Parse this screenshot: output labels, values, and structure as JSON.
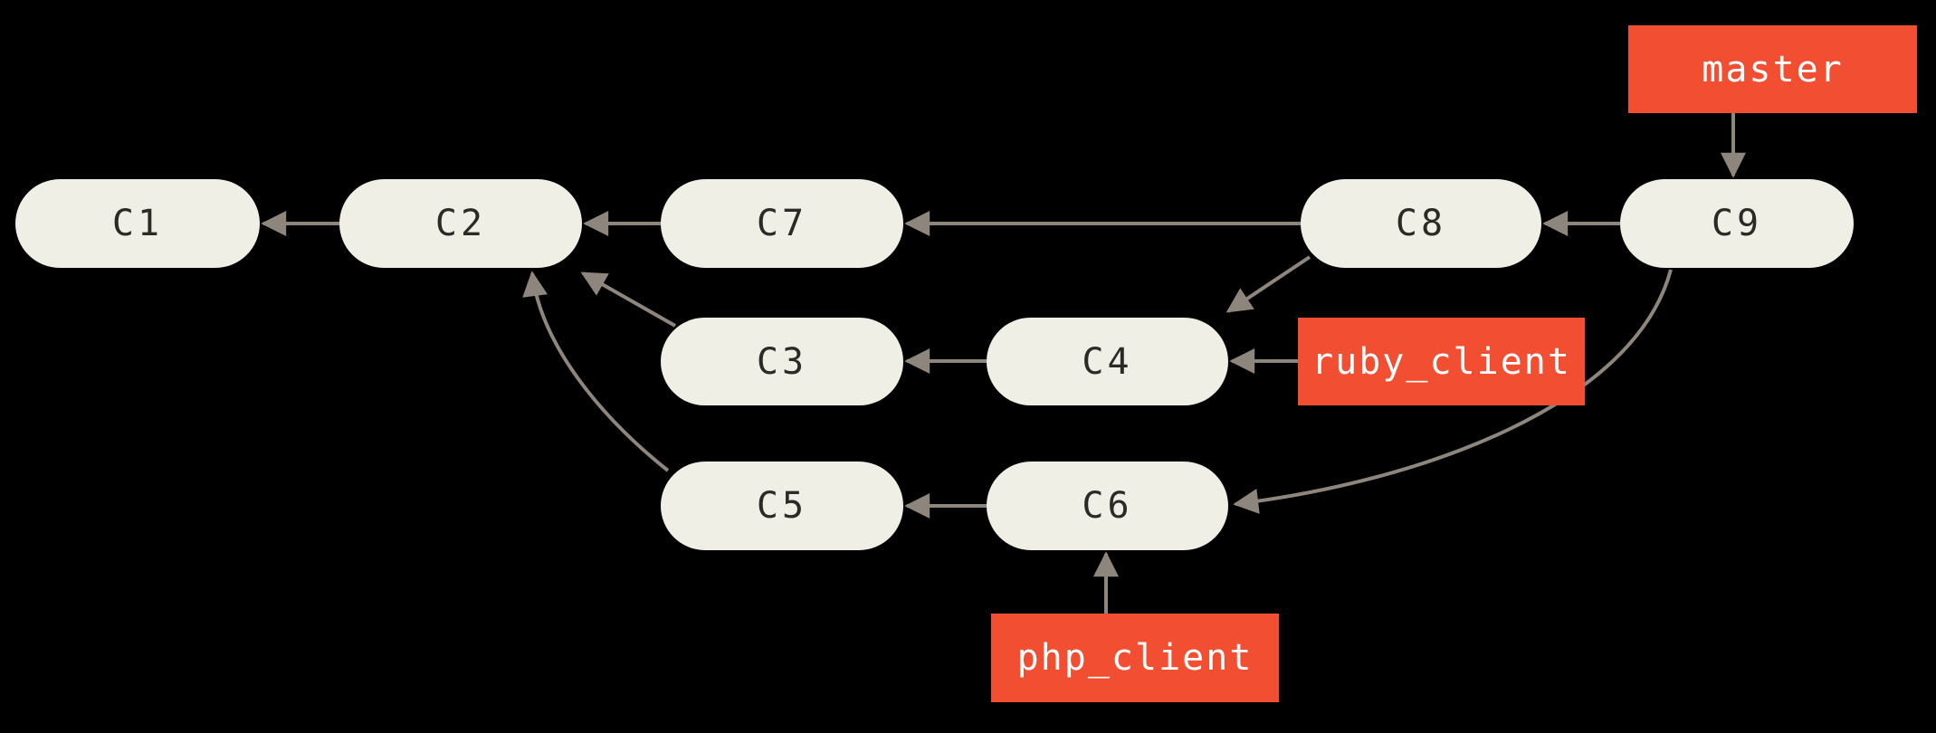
{
  "diagram": {
    "title": "git commit history graph",
    "colors": {
      "background": "#000000",
      "node_fill": "#F0EFE6",
      "node_text": "#2A2A26",
      "branch_fill": "#F14E32",
      "branch_text": "#FFFFFF",
      "arrow": "#8E867C"
    },
    "nodes": [
      {
        "id": "C1",
        "label": "C1"
      },
      {
        "id": "C2",
        "label": "C2"
      },
      {
        "id": "C3",
        "label": "C3"
      },
      {
        "id": "C4",
        "label": "C4"
      },
      {
        "id": "C5",
        "label": "C5"
      },
      {
        "id": "C6",
        "label": "C6"
      },
      {
        "id": "C7",
        "label": "C7"
      },
      {
        "id": "C8",
        "label": "C8"
      },
      {
        "id": "C9",
        "label": "C9"
      }
    ],
    "branches": [
      {
        "id": "master",
        "label": "master",
        "points_to": "C9"
      },
      {
        "id": "ruby_client",
        "label": "ruby_client",
        "points_to": "C4"
      },
      {
        "id": "php_client",
        "label": "php_client",
        "points_to": "C6"
      }
    ],
    "edges": [
      {
        "from": "C2",
        "to": "C1"
      },
      {
        "from": "C7",
        "to": "C2"
      },
      {
        "from": "C8",
        "to": "C7"
      },
      {
        "from": "C9",
        "to": "C8"
      },
      {
        "from": "C8",
        "to": "C4"
      },
      {
        "from": "C4",
        "to": "C3"
      },
      {
        "from": "C3",
        "to": "C2"
      },
      {
        "from": "C6",
        "to": "C5"
      },
      {
        "from": "C5",
        "to": "C2"
      },
      {
        "from": "C9",
        "to": "C6"
      }
    ]
  }
}
